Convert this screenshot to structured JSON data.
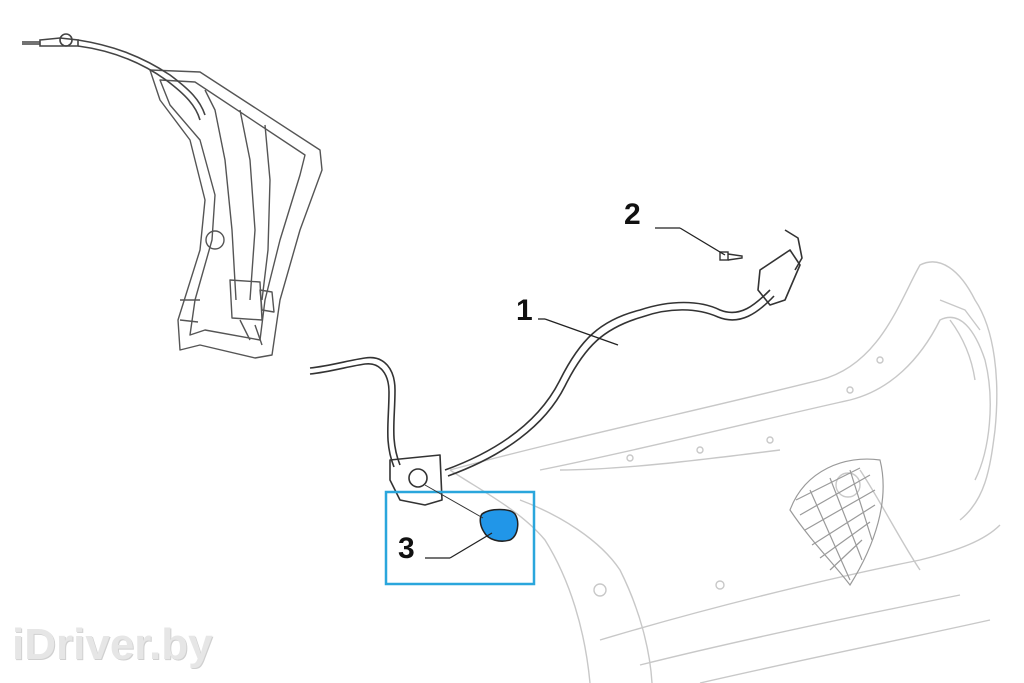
{
  "callouts": {
    "part_1": "1",
    "part_2": "2",
    "part_3": "3"
  },
  "watermark": "iDriver.by",
  "colors": {
    "highlight_box": "#2aa6dc",
    "highlighted_part": "#2196e8",
    "line_art": "#333333",
    "bumper_outline": "#c8c8c8"
  }
}
